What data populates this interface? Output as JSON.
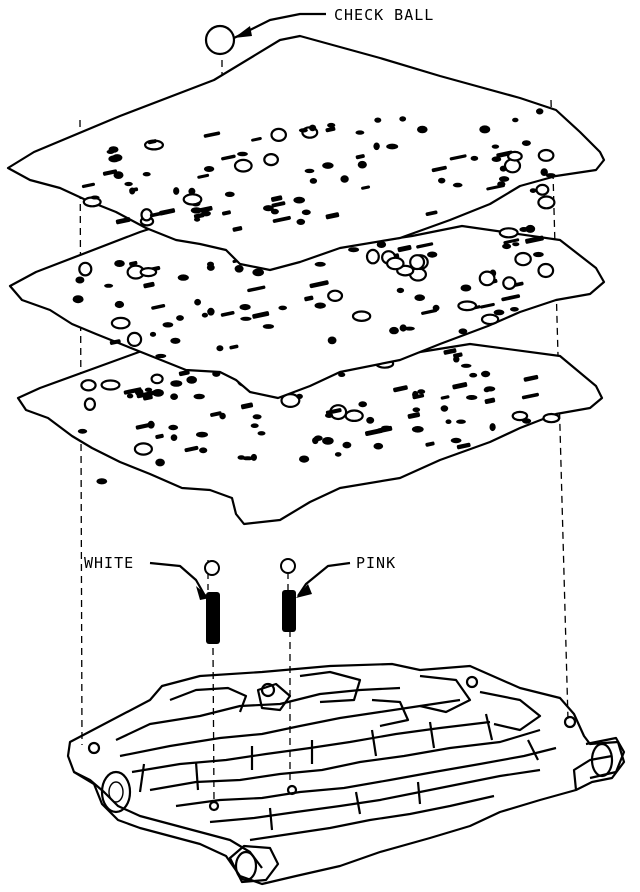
{
  "labels": {
    "check_ball": "CHECK BALL",
    "white": "WHITE",
    "pink": "PINK"
  }
}
